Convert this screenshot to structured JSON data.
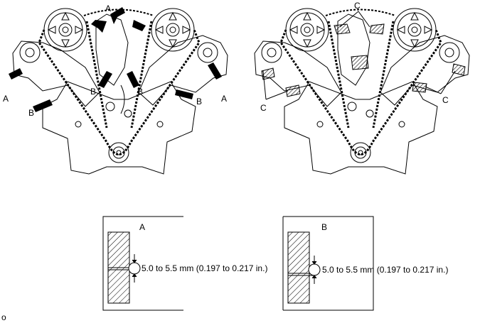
{
  "figure": {
    "top_left_labels": {
      "a": "A",
      "b": "B"
    },
    "top_right_labels": {
      "c": "C"
    },
    "detail_a": {
      "title": "A",
      "dimension": "5.0 to 5.5 mm (0.197 to 0.217 in.)"
    },
    "detail_b": {
      "title": "B",
      "dimension": "5.0 to 5.5 mm (0.197 to 0.217 in.)"
    },
    "corner_mark": "o"
  }
}
